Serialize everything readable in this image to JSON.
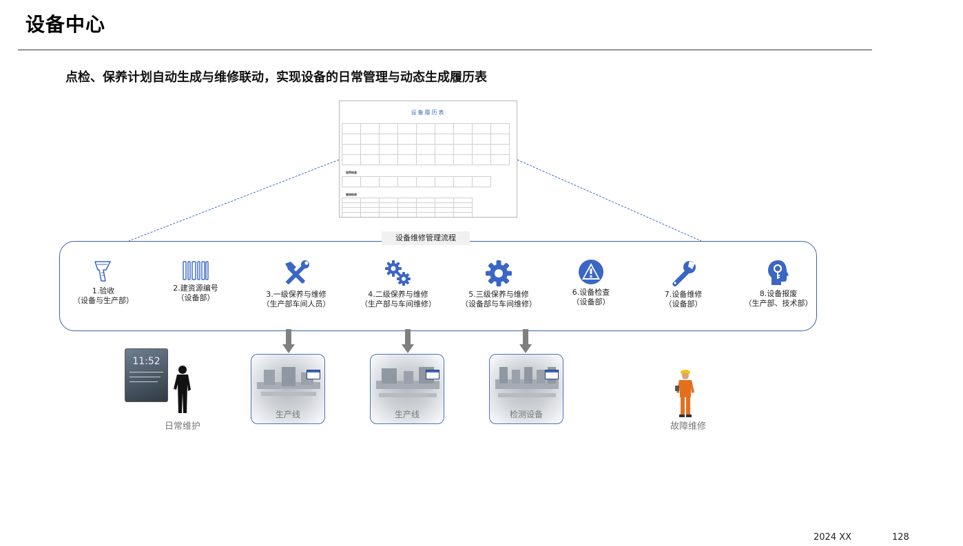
{
  "page": {
    "title": "设备中心",
    "subtitle": "点检、保养计划自动生成与维修联动，实现设备的日常管理与动态生成履历表"
  },
  "history_form": {
    "title": "设备履历表",
    "section_a": "保养检查",
    "section_b": "维修检修"
  },
  "flow": {
    "label": "设备维修管理流程",
    "steps": [
      {
        "label": "1.验收",
        "sub": "（设备与生产部）",
        "icon": "barcode-scanner-icon"
      },
      {
        "label": "2.建资源编号",
        "sub": "（设备部）",
        "icon": "barcode-icon"
      },
      {
        "label": "3.一级保养与维修",
        "sub": "（生产部车间人员）",
        "icon": "tools-icon"
      },
      {
        "label": "4.二级保养与维修",
        "sub": "（生产部与车间维修）",
        "icon": "gears-icon"
      },
      {
        "label": "5.三级保养与维修",
        "sub": "（设备部与车间维修）",
        "icon": "gear-icon"
      },
      {
        "label": "6.设备检查",
        "sub": "（设备部）",
        "icon": "warning-icon"
      },
      {
        "label": "7.设备维修",
        "sub": "（设备部）",
        "icon": "wrench-icon"
      },
      {
        "label": "8.设备报废",
        "sub": "（生产部、技术部）",
        "icon": "head-key-icon"
      }
    ]
  },
  "scenes": {
    "daily": {
      "caption": "日常维护",
      "phone_time": "11:52"
    },
    "line1": {
      "caption": "生产线"
    },
    "line2": {
      "caption": "生产线"
    },
    "inspection": {
      "caption": "检测设备"
    },
    "repair": {
      "caption": "故障维修"
    }
  },
  "footer": {
    "year": "2024 XX",
    "page_number": "128"
  },
  "colors": {
    "accent_blue": "#3a66c4",
    "panel_border": "#3d5fa6",
    "arrow_gray": "#7f7f7f",
    "worker_orange": "#e4701e"
  }
}
